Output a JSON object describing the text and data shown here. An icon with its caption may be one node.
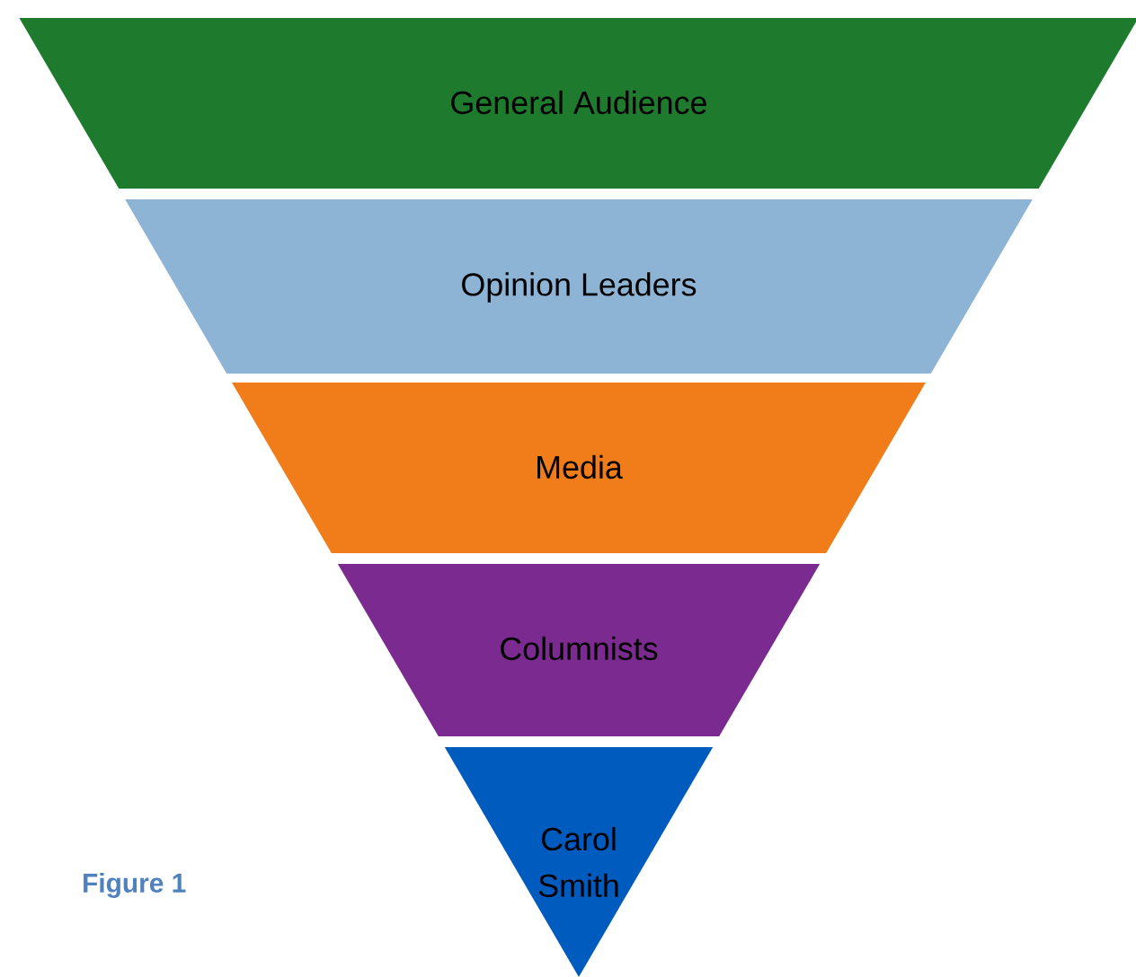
{
  "diagram": {
    "caption": "Figure 1",
    "nodes": [
      {
        "text": [
          "General Audience"
        ]
      },
      {
        "text": [
          "Opinion Leaders"
        ]
      },
      {
        "text": [
          "Media"
        ]
      },
      {
        "text": [
          "Columnists"
        ]
      },
      {
        "text": [
          "Carol Smith"
        ]
      }
    ]
  }
}
